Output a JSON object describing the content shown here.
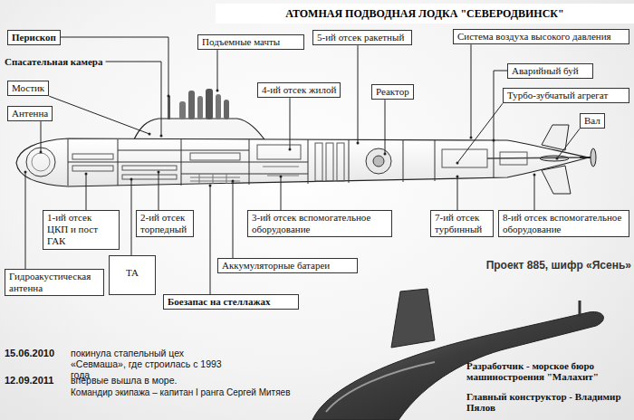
{
  "diagram": {
    "title": "АТОМНАЯ ПОДВОДНАЯ ЛОДКА \"СЕВЕРОДВИНСК\"",
    "nodes": [
      {
        "text": [
          "Перископ"
        ]
      },
      {
        "text": [
          "Мостик"
        ]
      },
      {
        "text": [
          "Антенна"
        ]
      },
      {
        "text": [
          "Подъемные мачты"
        ]
      },
      {
        "text": [
          "5-ий отсек ракетный"
        ]
      },
      {
        "text": [
          "4-ий отсек жилой"
        ]
      },
      {
        "text": [
          "Реактор"
        ]
      },
      {
        "text": [
          "Система воздуха высокого давления"
        ]
      },
      {
        "text": [
          "Аварийный буй"
        ]
      },
      {
        "text": [
          "Турбо-зубчатый агрегат"
        ]
      },
      {
        "text": [
          "Вал"
        ]
      },
      {
        "text": [
          "1-ий отсек ЦКП и пост ГАК"
        ]
      },
      {
        "text": [
          "2-ий отсек торпедный"
        ]
      },
      {
        "text": [
          "3-ий отсек вспомогательное оборудование"
        ]
      },
      {
        "text": [
          "7-ий отсек турбинный"
        ]
      },
      {
        "text": [
          "8-ий отсек вспомогательное оборудование"
        ]
      },
      {
        "text": [
          "Гидроакустическая антенна"
        ]
      },
      {
        "text": [
          "ТА"
        ]
      },
      {
        "text": [
          "Аккумуляторные батареи"
        ]
      },
      {
        "text": [
          "Боезапас на стеллажах"
        ]
      }
    ],
    "labels": [
      "Спасательная камера",
      "Проект 885, шифр «Ясень»",
      "15.06.2010",
      "покинула стапельный цех «Севмаша», где строилась с 1993 года",
      "12.09.2011",
      "впервые вышла в море.",
      "Командир экипажа – капитан I ранга Сергей Митяев",
      "Разработчик - морское бюро машиностроения \"Малахит\"",
      "Главный конструктор - Владимир Пялов"
    ]
  }
}
